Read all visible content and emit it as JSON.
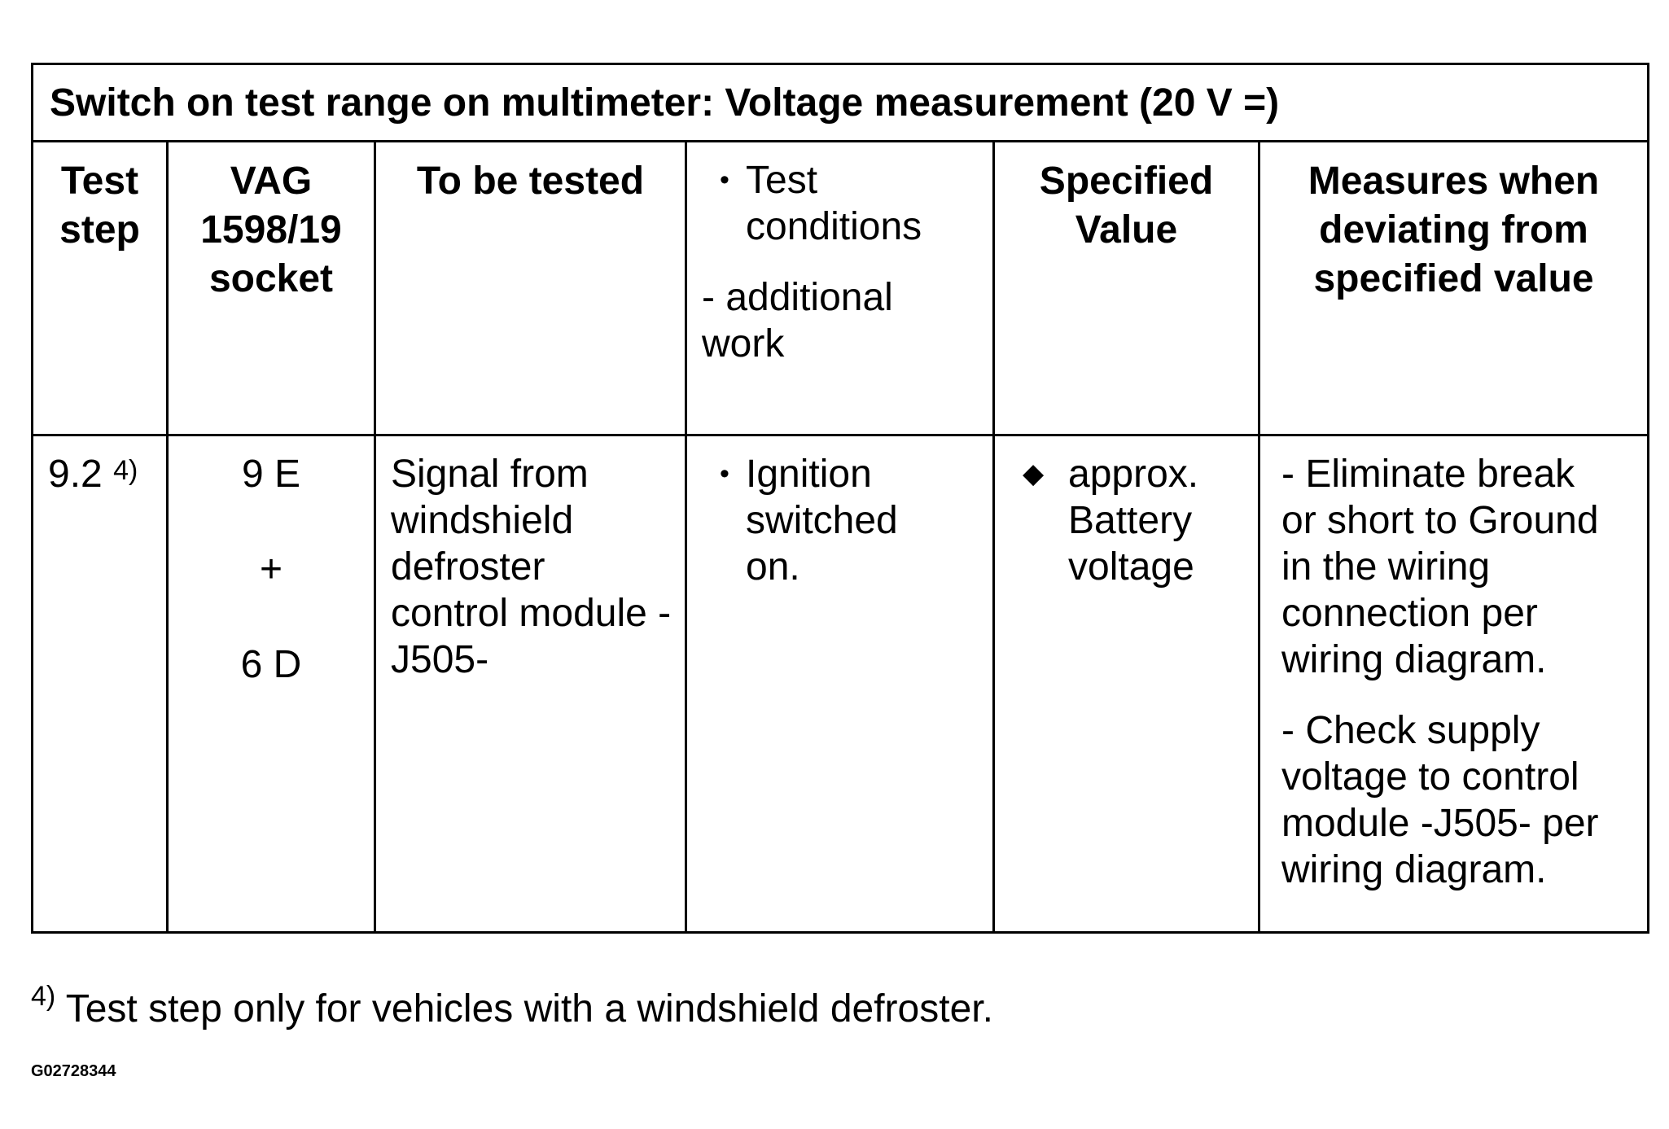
{
  "table": {
    "title": "Switch on test range on multimeter: Voltage measurement (20 V =)",
    "headers": {
      "test_step": [
        "Test",
        "step"
      ],
      "socket": [
        "VAG",
        "1598/19",
        "socket"
      ],
      "to_be_tested": [
        "To be tested"
      ],
      "conditions": {
        "bullet": "•",
        "bullet_text": [
          "Test",
          "conditions"
        ],
        "additional": [
          "- additional",
          "work"
        ]
      },
      "specified": [
        "Specified",
        "Value"
      ],
      "measures": [
        "Measures when",
        "deviating from",
        "specified value"
      ]
    },
    "rows": [
      {
        "test_step": "9.2",
        "test_step_note": "4)",
        "socket": [
          "9 E",
          "+",
          "6 D"
        ],
        "to_be_tested": [
          "Signal from",
          "windshield",
          "defroster",
          "control module -",
          "J505-"
        ],
        "condition_bullet": "•",
        "condition": [
          "Ignition",
          "switched",
          "on."
        ],
        "specified_bullet": "◆",
        "specified": [
          "approx.",
          "Battery",
          "voltage"
        ],
        "measures": [
          [
            "- Eliminate break",
            "or short to Ground",
            "in the wiring",
            "connection per",
            "wiring diagram."
          ],
          [
            "- Check supply",
            "voltage to control",
            "module -J505- per",
            "wiring diagram."
          ]
        ]
      }
    ]
  },
  "footnote": {
    "mark": "4)",
    "text": " Test step only for vehicles with a windshield defroster."
  },
  "image_code": "G02728344"
}
